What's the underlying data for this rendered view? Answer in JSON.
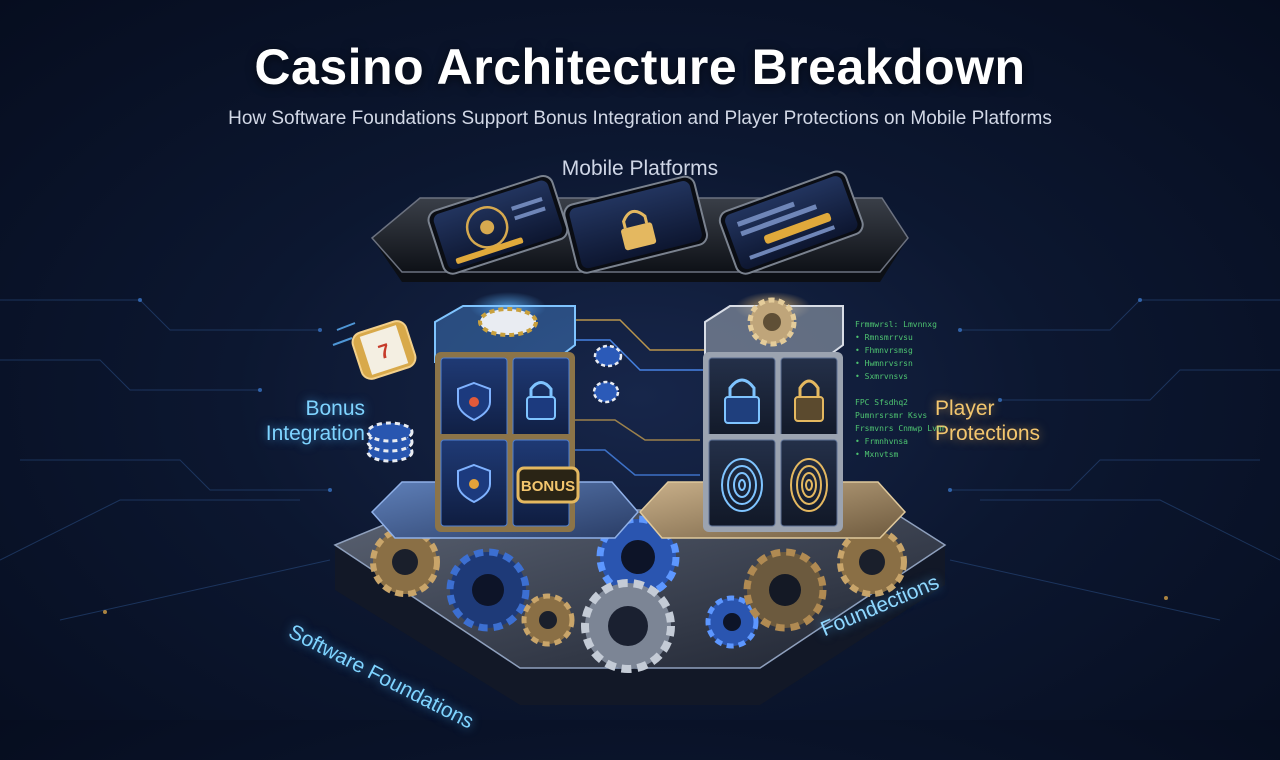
{
  "title": "Casino Architecture Breakdown",
  "subtitle": "How Software Foundations Support Bonus Integration and Player Protections on Mobile Platforms",
  "layers": {
    "mobile": "Mobile Platforms",
    "bonus": "Bonus Integration",
    "player": "Player Protections",
    "software": "Software Foundations",
    "foundec": "Foundections"
  },
  "badges": {
    "bonus": "BONUS"
  },
  "code_panel": {
    "lines": [
      "Frmmwrsl: Lmvnnxg",
      "• Rmnsmrrvsu",
      "• Fhmnvrsmsg",
      "• Hwmnrvsrsn",
      "• Sxmrvnsvs",
      "",
      "FPC Sfsdhq2",
      "Pumnrsrsmr Ksvs",
      "Frsmvnrs Cnmwp Lvnna",
      "• Frmnhvnsa",
      "• Mxnvtsm"
    ]
  },
  "colors": {
    "background": "#0c1730",
    "accent_blue": "#2f8cff",
    "accent_gold": "#d6a94f",
    "code_green": "#58e07a"
  },
  "icons": [
    "slot-reel-icon",
    "casino-chip-icon",
    "lock-icon",
    "shield-icon",
    "fingerprint-icon",
    "gear-icon",
    "smartphone-icon"
  ]
}
